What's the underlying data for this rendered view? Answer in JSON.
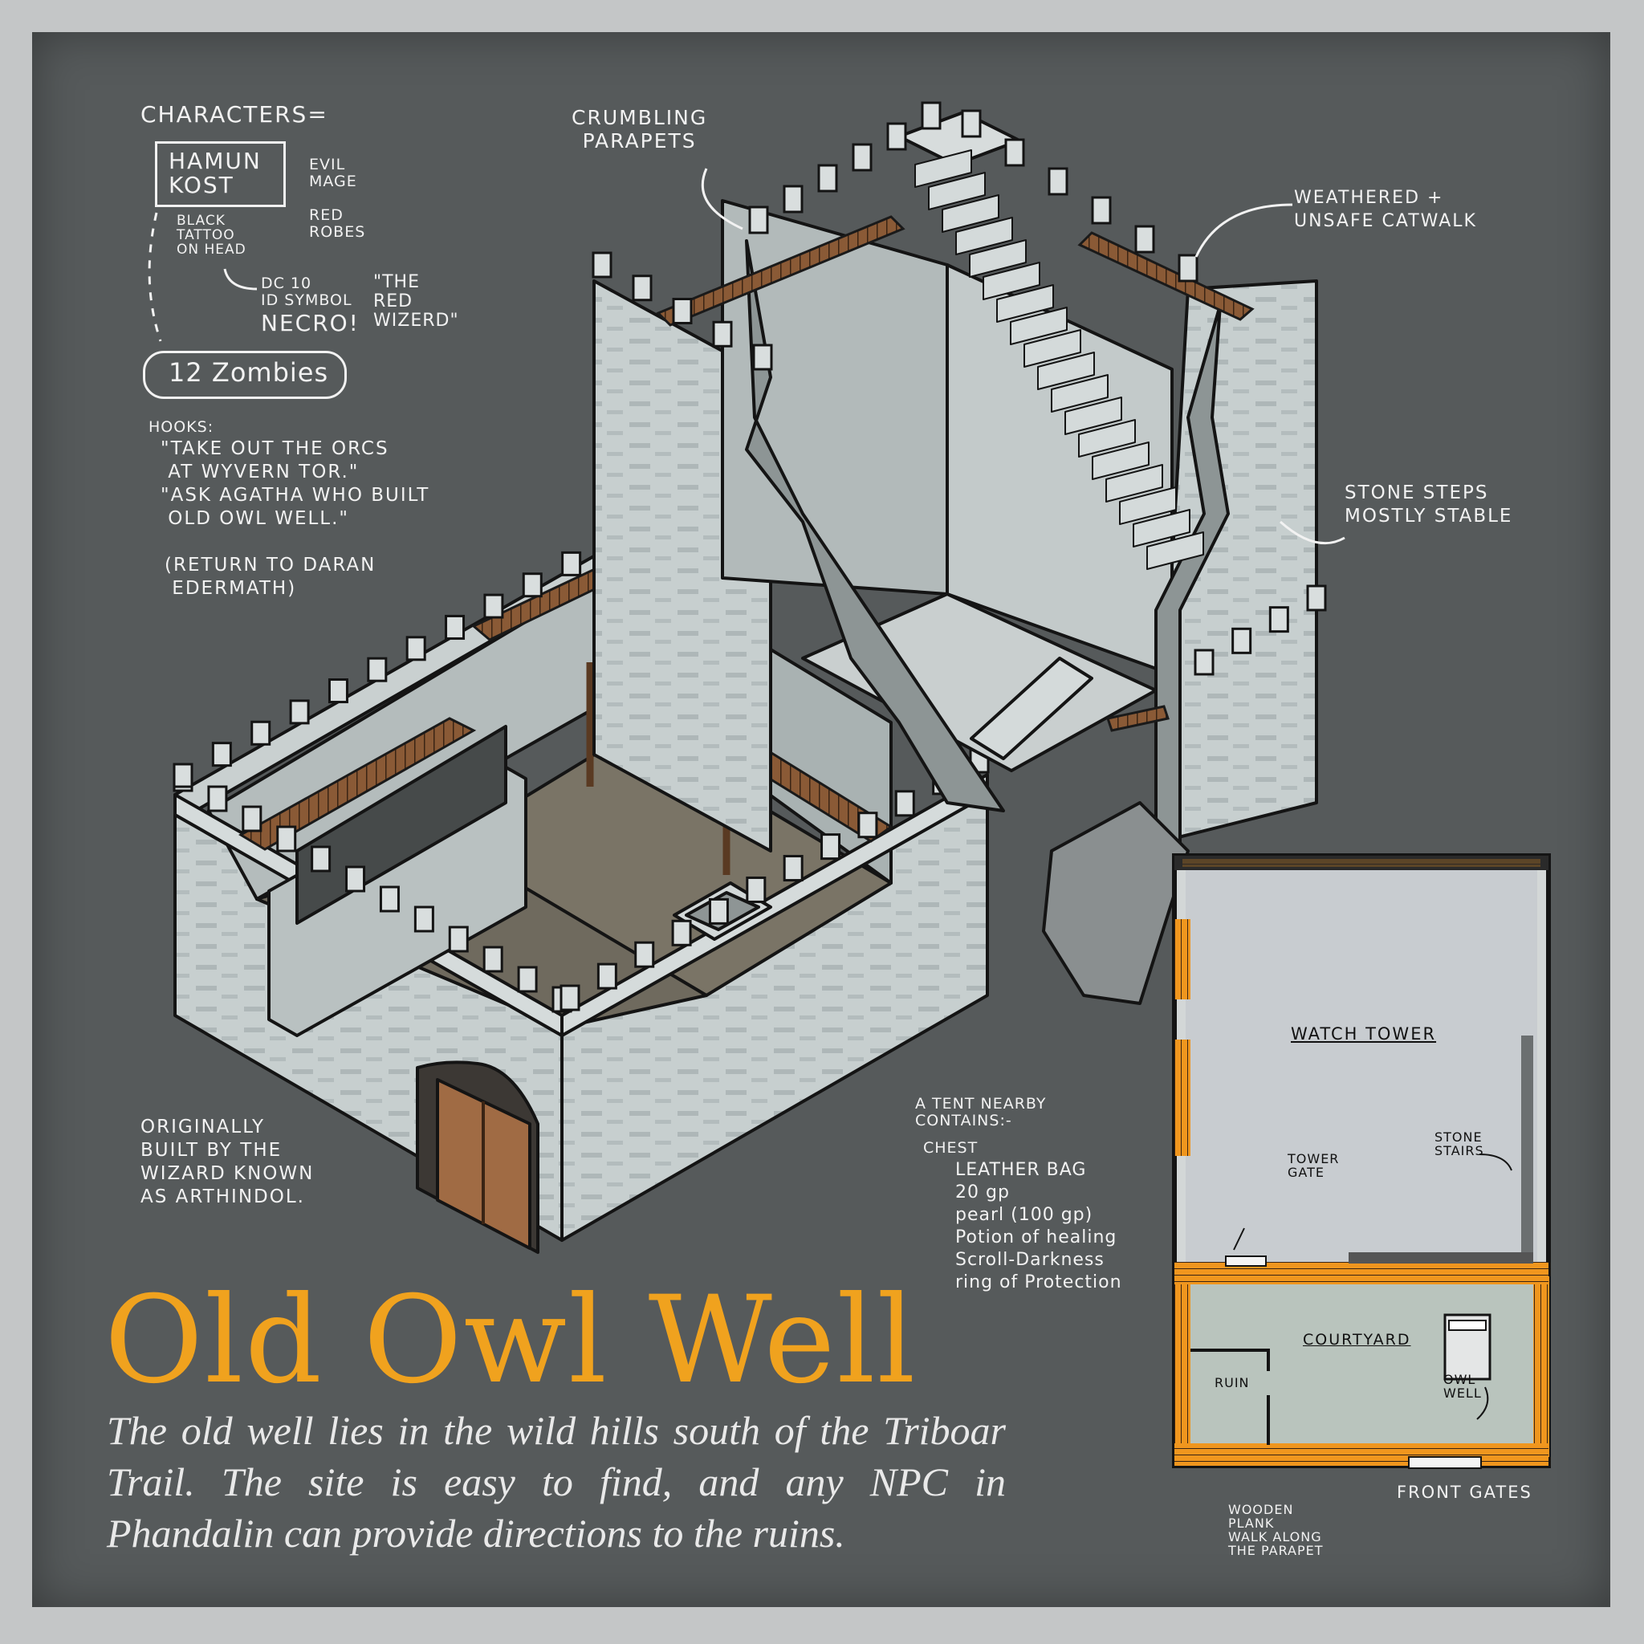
{
  "map": {
    "title": "Old Owl Well",
    "description": "The old well lies in the wild hills south of the Triboar Trail. The site is easy to find, and any NPC in Phandalin can provide directions to the ruins."
  },
  "characters": {
    "heading": "CHARACTERS=",
    "boss_name": "HAMUN\nKOST",
    "boss_type": "EVIL\nMAGE",
    "boss_robes": "RED\nROBES",
    "tattoo": "BLACK\nTATTOO\nON HEAD",
    "dc_note": "DC 10\nID SYMBOL",
    "necro": "NECRO!",
    "nickname": "\"THE\nRED\nWIZERD\"",
    "minions": "12 Zombies"
  },
  "hooks": {
    "heading": "HOOKS:",
    "text": "\"TAKE OUT THE ORCS\n AT WYVERN TOR.\"\n\"ASK AGATHA WHO BUILT\n OLD OWL WELL.\"",
    "return_note": "(RETURN TO DARAN\n EDERMATH)"
  },
  "callouts": {
    "parapets": "CRUMBLING\nPARAPETS",
    "catwalk": "WEATHERED +\nUNSAFE CATWALK",
    "steps": "STONE STEPS\nMOSTLY STABLE",
    "origin": "ORIGINALLY\nBUILT BY THE\nWIZARD KNOWN\nAS ARTHINDOL."
  },
  "tent": {
    "heading": "A TENT NEARBY\nCONTAINS:-",
    "chest": "CHEST",
    "items": "LEATHER BAG\n20 gp\npearl (100 gp)\nPotion of healing\nScroll-Darkness\nring of Protection"
  },
  "floor_plan": {
    "watch_tower": "WATCH TOWER",
    "stone_stairs": "STONE\nSTAIRS",
    "tower_gate": "TOWER\nGATE",
    "courtyard": "COURTYARD",
    "ruin": "RUIN",
    "owl_well": "OWL\nWELL",
    "front_gates": "FRONT GATES",
    "plank_note": "WOODEN\nPLANK\nWALK ALONG\nTHE PARAPET"
  },
  "colors": {
    "background": "#565a5b",
    "title": "#f0a21e",
    "stone": "#c9d0d0",
    "wood": "#8a5a36",
    "plan_wall": "#f0961e"
  }
}
